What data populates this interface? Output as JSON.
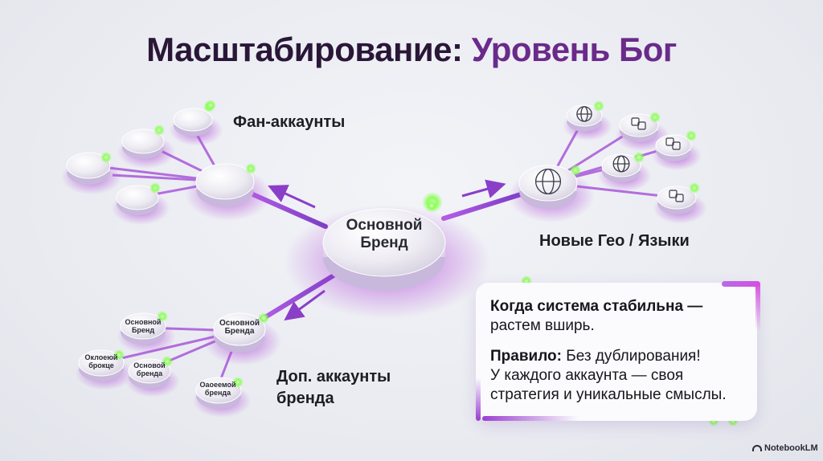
{
  "title": {
    "main": "Масштабирование:",
    "accent": "Уровень Бог"
  },
  "labels": {
    "fan_accounts": "Фан-аккаунты",
    "center": "Основной Бренд",
    "geo": "Новые Гео / Языки",
    "dop_line1": "Доп. аккаунты",
    "dop_line2": "бренда"
  },
  "sub_brand": {
    "main": "Основной Бренда"
  },
  "sub_nodes": [
    "Основной Бренд",
    "Оклоеюй брокце",
    "Основой бренда",
    "Оаоеемой бренда"
  ],
  "info": {
    "line1_bold": "Когда система стабильна —",
    "line1_rest": "растем вширь.",
    "rule_bold": "Правило:",
    "rule_rest": "Без дублирования!",
    "line3": "У каждого аккаунта — своя",
    "line4": "стратегия и уникальные смыслы."
  },
  "watermark": "NotebookLM",
  "colors": {
    "accent": "#6a2a8a",
    "glow": "#c54be0",
    "green": "#9cff6a",
    "arrow": "#8a3fc8"
  }
}
